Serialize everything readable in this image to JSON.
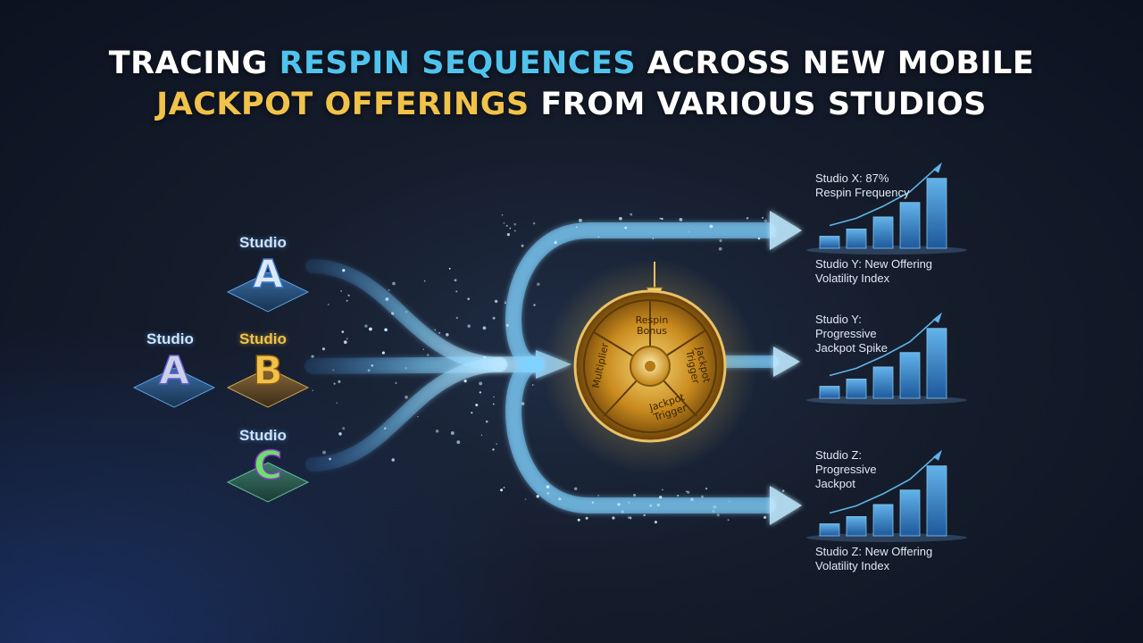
{
  "title": {
    "part1": "TRACING ",
    "part2": "RESPIN SEQUENCES",
    "part3": " ACROSS NEW MOBILE",
    "part4": "JACKPOT OFFERINGS",
    "part5": " FROM VARIOUS STUDIOS"
  },
  "studios": [
    {
      "label": "Studio",
      "letter": "A"
    },
    {
      "label": "Studio",
      "letter": "A"
    },
    {
      "label": "Studio",
      "letter": "B"
    },
    {
      "label": "Studio",
      "letter": "C"
    }
  ],
  "wheel": {
    "segments": [
      "Respin Bonus",
      "Jackpot Trigger",
      "Multiplier",
      "Jackpot Trigger"
    ]
  },
  "stats": [
    {
      "line1": "Studio X: 87%",
      "line2": "Respin Frequency"
    },
    {
      "line1": "Studio Y: New Offering",
      "line2": "Volatility Index"
    },
    {
      "line1": "Studio Y:",
      "line2": "Progressive",
      "line3": "Jackpot Spike"
    },
    {
      "line1": "Studio Z:",
      "line2": "Progressive",
      "line3": "Jackpot"
    },
    {
      "line1": "Studio Z: New Offering",
      "line2": "Volatility Index"
    }
  ],
  "colors": {
    "accent_blue": "#4fc3ee",
    "accent_gold": "#f0c24a",
    "flow": "#7fd2ff",
    "bar": "#3a8fe0"
  },
  "charts": [
    {
      "values": [
        1,
        1.6,
        2.6,
        3.8,
        5.8
      ]
    },
    {
      "values": [
        1,
        1.6,
        2.6,
        3.8,
        5.8
      ]
    },
    {
      "values": [
        1,
        1.6,
        2.6,
        3.8,
        5.8
      ]
    }
  ]
}
